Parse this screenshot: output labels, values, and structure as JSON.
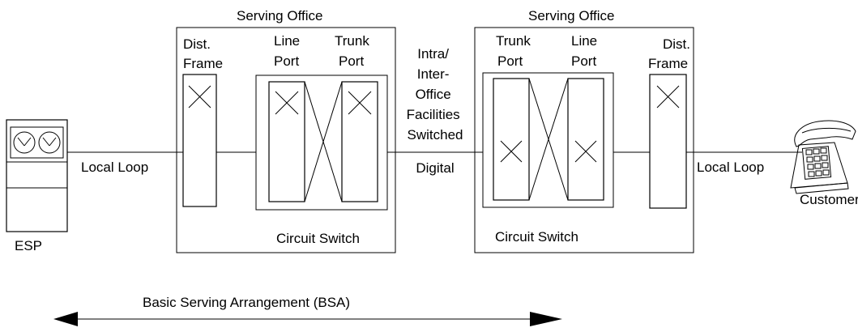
{
  "offices": [
    {
      "title": "Serving Office",
      "dist_frame": [
        "Dist.",
        "Frame"
      ],
      "line_port": [
        "Line",
        "Port"
      ],
      "trunk_port": [
        "Trunk",
        "Port"
      ],
      "switch_label": "Circuit Switch"
    },
    {
      "title": "Serving Office",
      "dist_frame": [
        "Dist.",
        "Frame"
      ],
      "line_port": [
        "Line",
        "Port"
      ],
      "trunk_port": [
        "Trunk",
        "Port"
      ],
      "switch_label": "Circuit Switch"
    }
  ],
  "facilities": [
    "Intra/",
    "Inter-",
    "Office",
    "Facilities",
    "Switched"
  ],
  "facilities_type": "Digital",
  "local_loop_left": "Local Loop",
  "local_loop_right": "Local Loop",
  "esp_label": "ESP",
  "customer_label": "Customer",
  "bsa_label": "Basic Serving Arrangement (BSA)"
}
